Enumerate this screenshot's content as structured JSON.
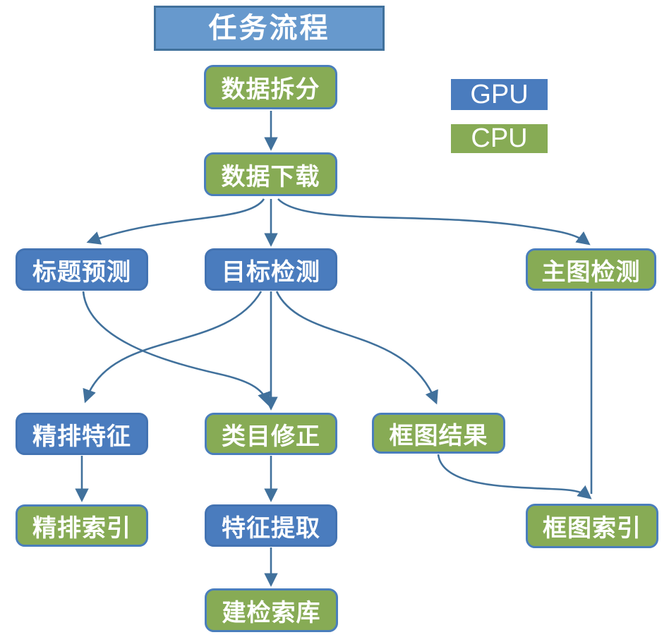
{
  "title": {
    "label": "任务流程"
  },
  "legend": {
    "gpu_label": "GPU",
    "cpu_label": "CPU"
  },
  "colors": {
    "gpu_fill": "#4a7cbe",
    "gpu_border": "#4373b2",
    "cpu_fill": "#87ab55",
    "cpu_border": "#4a7ebc",
    "title_fill": "#6799cd",
    "title_border": "#41719c",
    "arrow": "#41719c",
    "text": "#ffffff"
  },
  "nodes": [
    {
      "id": "data-split",
      "label": "数据拆分",
      "type": "CPU"
    },
    {
      "id": "data-download",
      "label": "数据下载",
      "type": "CPU"
    },
    {
      "id": "title-predict",
      "label": "标题预测",
      "type": "GPU"
    },
    {
      "id": "target-detect",
      "label": "目标检测",
      "type": "GPU"
    },
    {
      "id": "main-image-detect",
      "label": "主图检测",
      "type": "CPU"
    },
    {
      "id": "fine-rank-feature",
      "label": "精排特征",
      "type": "GPU"
    },
    {
      "id": "category-fix",
      "label": "类目修正",
      "type": "CPU"
    },
    {
      "id": "box-result",
      "label": "框图结果",
      "type": "CPU"
    },
    {
      "id": "fine-rank-index",
      "label": "精排索引",
      "type": "CPU"
    },
    {
      "id": "feature-extract",
      "label": "特征提取",
      "type": "GPU"
    },
    {
      "id": "box-index",
      "label": "框图索引",
      "type": "CPU"
    },
    {
      "id": "build-retrieval-db",
      "label": "建检索库",
      "type": "CPU"
    }
  ],
  "edges": [
    {
      "from": "数据拆分",
      "to": "数据下载"
    },
    {
      "from": "数据下载",
      "to": "标题预测"
    },
    {
      "from": "数据下载",
      "to": "目标检测"
    },
    {
      "from": "数据下载",
      "to": "主图检测"
    },
    {
      "from": "标题预测",
      "to": "类目修正"
    },
    {
      "from": "目标检测",
      "to": "精排特征"
    },
    {
      "from": "目标检测",
      "to": "类目修正"
    },
    {
      "from": "目标检测",
      "to": "框图结果"
    },
    {
      "from": "主图检测",
      "to": "框图索引"
    },
    {
      "from": "框图结果",
      "to": "框图索引"
    },
    {
      "from": "精排特征",
      "to": "精排索引"
    },
    {
      "from": "类目修正",
      "to": "特征提取"
    },
    {
      "from": "特征提取",
      "to": "建检索库"
    }
  ]
}
